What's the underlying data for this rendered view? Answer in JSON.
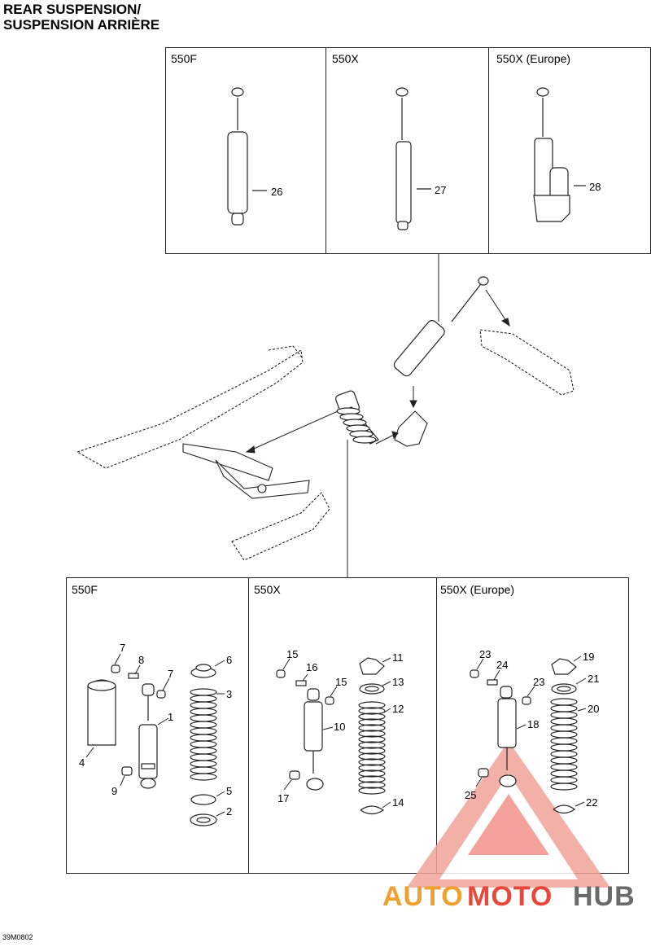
{
  "header": {
    "title_line1": "REAR SUSPENSION/",
    "title_line2": "SUSPENSION ARRIÈRE"
  },
  "top_panels": [
    {
      "label": "550F",
      "callout": "26"
    },
    {
      "label": "550X",
      "callout": "27"
    },
    {
      "label": "550X (Europe)",
      "callout": "28"
    }
  ],
  "bottom_panels": [
    {
      "label": "550F",
      "callouts": [
        "7",
        "8",
        "7",
        "6",
        "3",
        "1",
        "4",
        "9",
        "5",
        "2"
      ]
    },
    {
      "label": "550X",
      "callouts": [
        "15",
        "16",
        "15",
        "11",
        "13",
        "12",
        "10",
        "17",
        "14"
      ]
    },
    {
      "label": "550X (Europe)",
      "callouts": [
        "23",
        "24",
        "23",
        "19",
        "21",
        "20",
        "18",
        "25",
        "22"
      ]
    }
  ],
  "footer": {
    "drawing_code": "39M0802"
  },
  "watermark": {
    "part1": "AUTO",
    "part2": "MOTO",
    "part3": "HUB"
  },
  "colors": {
    "line": "#222222",
    "watermark_red": "#e8473a",
    "watermark_orange": "#f0a030",
    "watermark_grey": "#6a6a6a"
  }
}
